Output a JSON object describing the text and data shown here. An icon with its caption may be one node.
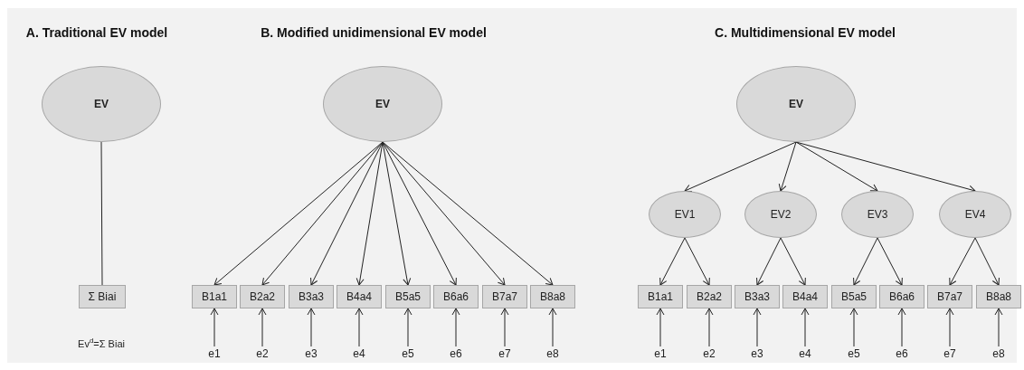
{
  "diagram": {
    "nodes": [
      {
        "text": [
          "EV"
        ]
      },
      {
        "text": [
          "Σ Biai"
        ]
      },
      {
        "text": [
          "EV"
        ]
      },
      {
        "text": [
          "B1a1"
        ]
      },
      {
        "text": [
          "B2a2"
        ]
      },
      {
        "text": [
          "B3a3"
        ]
      },
      {
        "text": [
          "B4a4"
        ]
      },
      {
        "text": [
          "B5a5"
        ]
      },
      {
        "text": [
          "B6a6"
        ]
      },
      {
        "text": [
          "B7a7"
        ]
      },
      {
        "text": [
          "B8a8"
        ]
      },
      {
        "text": [
          "e1"
        ]
      },
      {
        "text": [
          "e2"
        ]
      },
      {
        "text": [
          "e3"
        ]
      },
      {
        "text": [
          "e4"
        ]
      },
      {
        "text": [
          "e5"
        ]
      },
      {
        "text": [
          "e6"
        ]
      },
      {
        "text": [
          "e7"
        ]
      },
      {
        "text": [
          "e8"
        ]
      },
      {
        "text": [
          "EV"
        ]
      },
      {
        "text": [
          "EV1"
        ]
      },
      {
        "text": [
          "EV2"
        ]
      },
      {
        "text": [
          "EV3"
        ]
      },
      {
        "text": [
          "EV4"
        ]
      },
      {
        "text": [
          "B1a1"
        ]
      },
      {
        "text": [
          "B2a2"
        ]
      },
      {
        "text": [
          "B3a3"
        ]
      },
      {
        "text": [
          "B4a4"
        ]
      },
      {
        "text": [
          "B5a5"
        ]
      },
      {
        "text": [
          "B6a6"
        ]
      },
      {
        "text": [
          "B7a7"
        ]
      },
      {
        "text": [
          "B8a8"
        ]
      },
      {
        "text": [
          "e1"
        ]
      },
      {
        "text": [
          "e2"
        ]
      },
      {
        "text": [
          "e3"
        ]
      },
      {
        "text": [
          "e4"
        ]
      },
      {
        "text": [
          "e5"
        ]
      },
      {
        "text": [
          "e6"
        ]
      },
      {
        "text": [
          "e7"
        ]
      },
      {
        "text": [
          "e8"
        ]
      }
    ],
    "edges": [
      {
        "from": 0,
        "to": 1,
        "arrow": "none"
      },
      {
        "from": 2,
        "to": 3,
        "arrow": "to"
      },
      {
        "from": 2,
        "to": 4,
        "arrow": "to"
      },
      {
        "from": 2,
        "to": 5,
        "arrow": "to"
      },
      {
        "from": 2,
        "to": 6,
        "arrow": "to"
      },
      {
        "from": 2,
        "to": 7,
        "arrow": "to"
      },
      {
        "from": 2,
        "to": 8,
        "arrow": "to"
      },
      {
        "from": 2,
        "to": 9,
        "arrow": "to"
      },
      {
        "from": 2,
        "to": 10,
        "arrow": "to"
      },
      {
        "from": 11,
        "to": 3,
        "arrow": "to"
      },
      {
        "from": 12,
        "to": 4,
        "arrow": "to"
      },
      {
        "from": 13,
        "to": 5,
        "arrow": "to"
      },
      {
        "from": 14,
        "to": 6,
        "arrow": "to"
      },
      {
        "from": 15,
        "to": 7,
        "arrow": "to"
      },
      {
        "from": 16,
        "to": 8,
        "arrow": "to"
      },
      {
        "from": 17,
        "to": 9,
        "arrow": "to"
      },
      {
        "from": 18,
        "to": 10,
        "arrow": "to"
      },
      {
        "from": 19,
        "to": 20,
        "arrow": "to"
      },
      {
        "from": 19,
        "to": 21,
        "arrow": "to"
      },
      {
        "from": 19,
        "to": 22,
        "arrow": "to"
      },
      {
        "from": 19,
        "to": 23,
        "arrow": "to"
      },
      {
        "from": 20,
        "to": 24,
        "arrow": "to"
      },
      {
        "from": 20,
        "to": 25,
        "arrow": "to"
      },
      {
        "from": 21,
        "to": 26,
        "arrow": "to"
      },
      {
        "from": 21,
        "to": 27,
        "arrow": "to"
      },
      {
        "from": 22,
        "to": 28,
        "arrow": "to"
      },
      {
        "from": 22,
        "to": 29,
        "arrow": "to"
      },
      {
        "from": 23,
        "to": 30,
        "arrow": "to"
      },
      {
        "from": 23,
        "to": 31,
        "arrow": "to"
      },
      {
        "from": 32,
        "to": 24,
        "arrow": "to"
      },
      {
        "from": 33,
        "to": 25,
        "arrow": "to"
      },
      {
        "from": 34,
        "to": 26,
        "arrow": "to"
      },
      {
        "from": 35,
        "to": 27,
        "arrow": "to"
      },
      {
        "from": 36,
        "to": 28,
        "arrow": "to"
      },
      {
        "from": 37,
        "to": 29,
        "arrow": "to"
      },
      {
        "from": 38,
        "to": 30,
        "arrow": "to"
      },
      {
        "from": 39,
        "to": 31,
        "arrow": "to"
      }
    ],
    "labels": [
      "A. Traditional EV model",
      "B. Modified unidimensional EV model",
      "C. Multidimensional EV model",
      "Ev$^{d}$=Σ Biai"
    ]
  }
}
